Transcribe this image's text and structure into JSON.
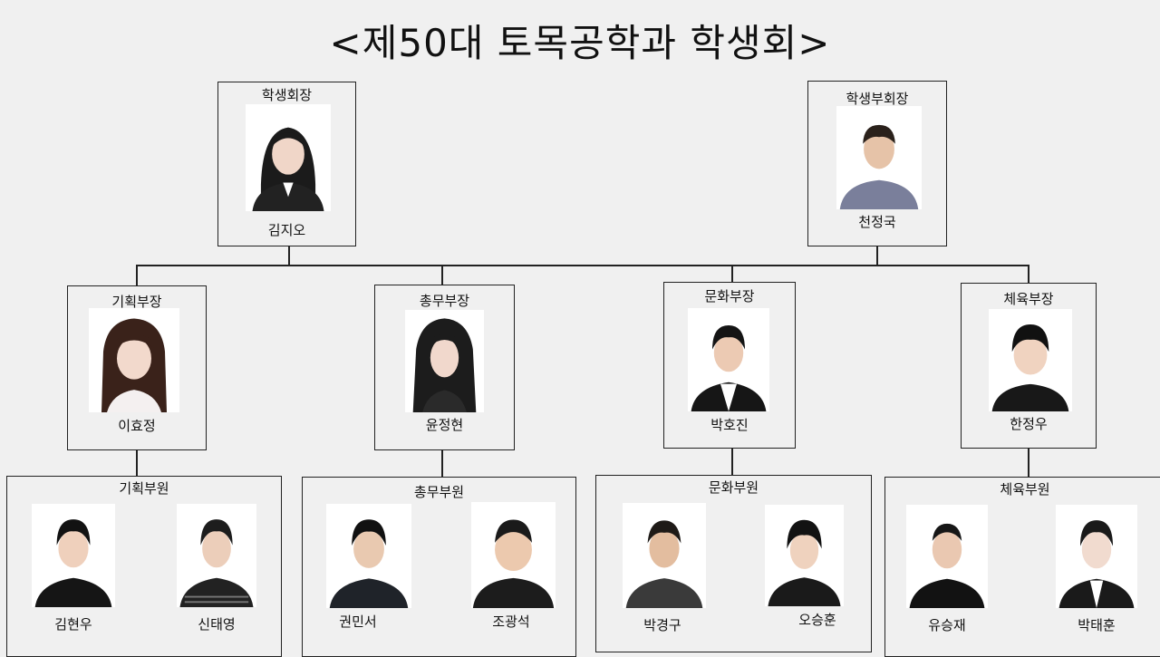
{
  "title": "<제50대 토목공학과 학생회>",
  "president": {
    "role": "학생회장",
    "name": "김지오"
  },
  "vice_president": {
    "role": "학생부회장",
    "name": "천정국"
  },
  "heads": [
    {
      "role": "기획부장",
      "name": "이효정"
    },
    {
      "role": "총무부장",
      "name": "윤정현"
    },
    {
      "role": "문화부장",
      "name": "박호진"
    },
    {
      "role": "체육부장",
      "name": "한정우"
    }
  ],
  "teams": [
    {
      "role": "기획부원",
      "members": [
        "김현우",
        "신태영"
      ]
    },
    {
      "role": "총무부원",
      "members": [
        "권민서",
        "조광석"
      ]
    },
    {
      "role": "문화부원",
      "members": [
        "박경구",
        "오승훈"
      ]
    },
    {
      "role": "체육부원",
      "members": [
        "유승재",
        "박태훈"
      ]
    }
  ]
}
